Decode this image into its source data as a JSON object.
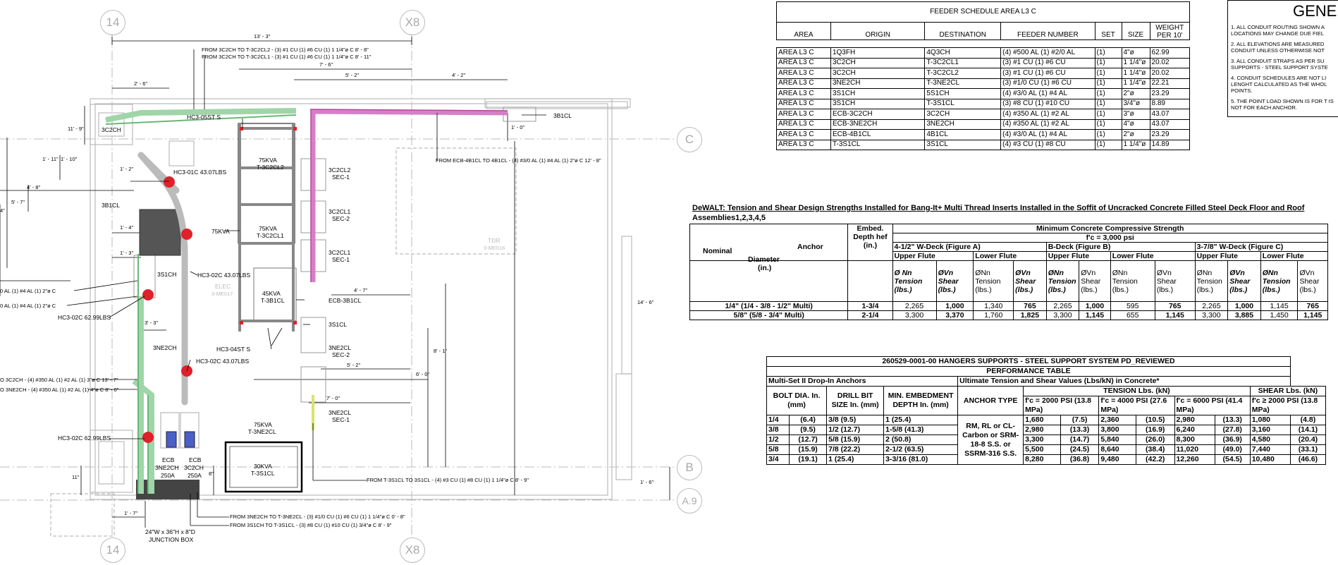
{
  "grid": {
    "bubbles": [
      "14",
      "X8",
      "C",
      "B",
      "A.9",
      "14",
      "X8"
    ]
  },
  "drawing": {
    "dims": {
      "d_13_3": "13' - 3\"",
      "d_7_6": "7' - 6\"",
      "d_5_2_top": "5' - 2\"",
      "d_4_2": "4' - 2\"",
      "d_2_6": "2' - 6\"",
      "d_11_9": "11' - 9\"",
      "d_1_11": "1' - 11\"",
      "d_1_10": "1' - 10\"",
      "d_1_2": "1' - 2\"",
      "d_4_8": "4' - 8\"",
      "d_5_7": "5' - 7\"",
      "d_4": "4\"",
      "d_1_4": "1' - 4\"",
      "d_1_3": "1' - 3\"",
      "d_1_0": "1' - 0\"",
      "d_14_6": "14' - 6\"",
      "d_4_7": "4' - 7\"",
      "d_3_3": "3' - 3\"",
      "d_8_1": "8' - 1\"",
      "d_5_2_low": "5' - 2\"",
      "d_6_0": "6' - 0\"",
      "d_7_0": "7' - 0\"",
      "d_11": "11\"",
      "d_8": "8\"",
      "d_1_6": "1' - 6\"",
      "d_1_7": "1' - 7\""
    },
    "labels": {
      "from_3c2ch_cl2": "FROM 3C2CH TO T-3C2CL2 - (3) #1 CU (1) #6 CU (1) 1 1/4\"ø C 8' - 8\"",
      "from_3c2ch_cl1": "FROM 3C2CH TO T-3C2CL1 - (3) #1 CU (1) #6 CU (1) 1 1/4\"ø C 8' - 11\"",
      "hc3_05st": "HC3-05ST S",
      "b3cl": "3B1CL",
      "from_ecb_4b1cl": "FROM ECB-4B1CL TO 4B1CL - (4) #3/0 AL (1) #4 AL (1) 2\"ø C 12' - 8\"",
      "c3c2ch": "3C2CH",
      "hc3_01c": "HC3-01C 43.07LBS",
      "b3b1cl": "3B1CL",
      "kva75_a": "75KVA",
      "t3c2cl2": "T-3C2CL2",
      "sec3c2cl2": "3C2CL2",
      "sec1a": "SEC-1",
      "kva75_b": "75KVA",
      "kva75_c": "75KVA",
      "t3c2cl1": "T-3C2CL1",
      "sec3c2cl1": "3C2CL1",
      "sec2a": "SEC-2",
      "sec3c2cl1b": "3C2CL1",
      "sec1b": "SEC-1",
      "tdr": "TDR",
      "tdr_ref": "3-ME016",
      "s3s1ch": "3S1CH",
      "hc3_02c_a": "HC3-02C 43.07LBS",
      "elec": "ELEC",
      "elec_ref": "3-ME017",
      "kva45": "45KVA",
      "t3b1cl": "T-3B1CL",
      "ecb3b1cl": "ECB-3B1CL",
      "left1": "0 AL (1) #4 AL (1) 2\"ø C",
      "left2": "0 AL (1) #4 AL (1) 2\"ø C",
      "hc3_02c_629a": "HC3-02C 62.99LBS",
      "s3s1cl": "3S1CL",
      "hc3_04st": "HC3-04ST S",
      "n3ne2ch": "3NE2CH",
      "hc3_02c_b": "HC3-02C 43.07LBS",
      "sec3ne2cl": "3NE2CL",
      "sec2b": "SEC-2",
      "left3": "O 3C2CH - (4) #350 AL (1) #2 AL (1) 3\"ø C 13' - 7\"",
      "left4": "O 3NE2CH - (4) #350 AL (1) #2 AL (1) 4\"ø C 8' - 0\"",
      "sec3ne2cl_b": "3NE2CL",
      "sec1c": "SEC-1",
      "kva75_d": "75KVA",
      "t3ne2cl": "T-3NE2CL",
      "hc3_02c_629b": "HC3-02C 62.99LBS",
      "ecb_a": "ECB",
      "ecb_a2": "3NE2CH",
      "ecb_a3": "250A",
      "ecb_b": "ECB",
      "ecb_b2": "3C2CH",
      "ecb_b3": "250A",
      "kva30": "30KVA",
      "t3s1cl": "T-3S1CL",
      "from_t3s1cl": "FROM T-3S1CL TO 3S1CL - (4) #3 CU (1) #8 CU (1) 1 1/4\"ø C 8' - 9\"",
      "from_3ne2ch": "FROM 3NE2CH TO T-3NE2CL - (3) #1/0 CU (1) #6 CU (1) 1 1/4\"ø C 0' - 8\"",
      "from_3s1ch": "FROM 3S1CH TO T-3S1CL - (3) #8 CU (1) #10 CU (1) 3/4\"ø C 8' - 9\"",
      "jbox1": "24\"W x 36\"H x 8\"D",
      "jbox2": "JUNCTION BOX"
    }
  },
  "feeder_schedule": {
    "title": "FEEDER SCHEDULE AREA L3 C",
    "headers": [
      "AREA",
      "ORIGIN",
      "DESTINATION",
      "FEEDER NUMBER",
      "SET",
      "SIZE",
      "WEIGHT PER 10'"
    ],
    "rows": [
      [
        "AREA L3 C",
        "1Q3FH",
        "4Q3CH",
        "(4) #500 AL (1) #2/0 AL",
        "(1)",
        "4\"ø",
        "62.99"
      ],
      [
        "AREA L3 C",
        "3C2CH",
        "T-3C2CL1",
        "(3) #1 CU (1) #6 CU",
        "(1)",
        "1 1/4\"ø",
        "20.02"
      ],
      [
        "AREA L3 C",
        "3C2CH",
        "T-3C2CL2",
        "(3) #1 CU (1) #6 CU",
        "(1)",
        "1 1/4\"ø",
        "20.02"
      ],
      [
        "AREA L3 C",
        "3NE2CH",
        "T-3NE2CL",
        "(3) #1/0 CU (1) #6 CU",
        "(1)",
        "1 1/4\"ø",
        "22.21"
      ],
      [
        "AREA L3 C",
        "3S1CH",
        "5S1CH",
        "(4) #3/0 AL (1) #4 AL",
        "(1)",
        "2\"ø",
        "23.29"
      ],
      [
        "AREA L3 C",
        "3S1CH",
        "T-3S1CL",
        "(3) #8 CU (1) #10 CU",
        "(1)",
        "3/4\"ø",
        "8.89"
      ],
      [
        "AREA L3 C",
        "ECB-3C2CH",
        "3C2CH",
        "(4) #350 AL (1) #2 AL",
        "(1)",
        "3\"ø",
        "43.07"
      ],
      [
        "AREA L3 C",
        "ECB-3NE2CH",
        "3NE2CH",
        "(4) #350 AL (1) #2 AL",
        "(1)",
        "4\"ø",
        "43.07"
      ],
      [
        "AREA L3 C",
        "ECB-4B1CL",
        "4B1CL",
        "(4) #3/0 AL (1) #4 AL",
        "(1)",
        "2\"ø",
        "23.29"
      ],
      [
        "AREA L3 C",
        "T-3S1CL",
        "3S1CL",
        "(4) #3 CU (1) #8 CU",
        "(1)",
        "1 1/4\"ø",
        "14.89"
      ]
    ]
  },
  "general_notes": {
    "title": "GENE",
    "notes": [
      "1. ALL CONDUIT ROUTING SHOWN A LOCATIONS MAY CHANGE DUE FIEL",
      "2. ALL ELEVATIONS ARE MEASURED CONDUIT UNLESS OTHERWISE NOT",
      "3. ALL CONDUIT STRAPS AS PER SU SUPPORTS - STEEL SUPPORT SYSTE",
      "4. CONDUIT SCHEDULES ARE NOT LI LENGHT CALCULATED AS THE WHOL POINTS.",
      "5. THE POINT LOAD SHOWN IS FOR T IS NOT FOR EACH ANCHOR."
    ]
  },
  "dewalt_table": {
    "title": "DeWALT: Tension and Shear Design Strengths Installed for Bang-It+ Multi Thread Inserts Installed in the Soffit of Uncracked Concrete Filled Steel Deck Floor and Roof",
    "title2": "Assemblies1,2,3,4,5",
    "h_nominal": "Nominal",
    "h_anchor": "Anchor",
    "h_diameter": "Diameter",
    "h_in": "(in.)",
    "h_embed": "Embed. Depth hef (in.)",
    "h_min": "Minimum Concrete Compressive Strength",
    "h_fc": "f'c = 3,000 psi",
    "decks": [
      "4-1/2\" W-Deck (Figure A)",
      "B-Deck (Figure B)",
      "3-7/8\" W-Deck (Figure C)"
    ],
    "upper_flute": "Upper Flute",
    "lower_flute": "Lower Flute",
    "col_italic": [
      "Ø Nn Tension (lbs.)",
      "ØVn Shear (lbs.)",
      "ØVn Shear (lbs.)",
      "ØNn Tension (lbs.)",
      "ØVn Shear (lbs.)",
      "ØNn Tension (lbs.)"
    ],
    "col_plain_n": "ØNn Tension (lbs.)",
    "col_plain_v": "ØVn Shear (lbs.)",
    "rows": [
      {
        "size": "1/4\" (1/4 - 3/8 - 1/2\" Multi)",
        "embed": "1-3/4",
        "vals": [
          "2,265",
          "1,000",
          "1,340",
          "765",
          "2,265",
          "1,000",
          "595",
          "765",
          "2,265",
          "1,000",
          "1,145",
          "765"
        ]
      },
      {
        "size": "5/8\" (5/8 - 3/4\" Multi)",
        "embed": "2-1/4",
        "vals": [
          "3,300",
          "3,370",
          "1,760",
          "1,825",
          "3,300",
          "1,145",
          "655",
          "1,145",
          "3,300",
          "3,885",
          "1,450",
          "1,145"
        ]
      }
    ]
  },
  "hangers_table": {
    "title": "260529-0001-00 HANGERS SUPPORTS - STEEL SUPPORT SYSTEM PD_REVIEWED",
    "subtitle": "PERFORMANCE TABLE",
    "left_header": "Multi-Set II Drop-In Anchors",
    "right_header": "Ultimate Tension and Shear Values (Lbs/kN) in Concrete*",
    "bolt": "BOLT DIA. In. (mm)",
    "drill": "DRILL BIT SIZE In. (mm)",
    "embed": "MIN. EMBEDMENT DEPTH In. (mm)",
    "anchor_type": "ANCHOR TYPE",
    "tension": "TENSION Lbs. (kN)",
    "shear": "SHEAR Lbs. (kN)",
    "fc2000": "f'c = 2000 PSI (13.8 MPa)",
    "fc4000": "f'c = 4000 PSI (27.6 MPa)",
    "fc6000": "f'c = 6000 PSI (41.4 MPa)",
    "fcge2000": "f'c ≥ 2000 PSI (13.8 MPa)",
    "anchor_text": "RM, RL or CL-Carbon or SRM-18-8 S.S. or SSRM-316 S.S.",
    "rows": [
      [
        "1/4",
        "(6.4)",
        "3/8  (9.5)",
        "1 (25.4)",
        "1,680",
        "(7.5)",
        "2,360",
        "(10.5)",
        "2,980",
        "(13.3)",
        "1,080",
        "(4.8)"
      ],
      [
        "3/8",
        "(9.5)",
        "1/2 (12.7)",
        "1-5/8 (41.3)",
        "2,980",
        "(13.3)",
        "3,800",
        "(16.9)",
        "6,240",
        "(27.8)",
        "3,160",
        "(14.1)"
      ],
      [
        "1/2",
        "(12.7)",
        "5/8 (15.9)",
        "2 (50.8)",
        "3,300",
        "(14.7)",
        "5,840",
        "(26.0)",
        "8,300",
        "(36.9)",
        "4,580",
        "(20.4)"
      ],
      [
        "5/8",
        "(15.9)",
        "7/8 (22.2)",
        "2-1/2 (63.5)",
        "5,500",
        "(24.5)",
        "8,640",
        "(38.4)",
        "11,020",
        "(49.0)",
        "7,440",
        "(33.1)"
      ],
      [
        "3/4",
        "(19.1)",
        "1  (25.4)",
        "3-3/16 (81.0)",
        "8,280",
        "(36.8)",
        "9,480",
        "(42.2)",
        "12,260",
        "(54.5)",
        "10,480",
        "(46.6)"
      ]
    ]
  }
}
